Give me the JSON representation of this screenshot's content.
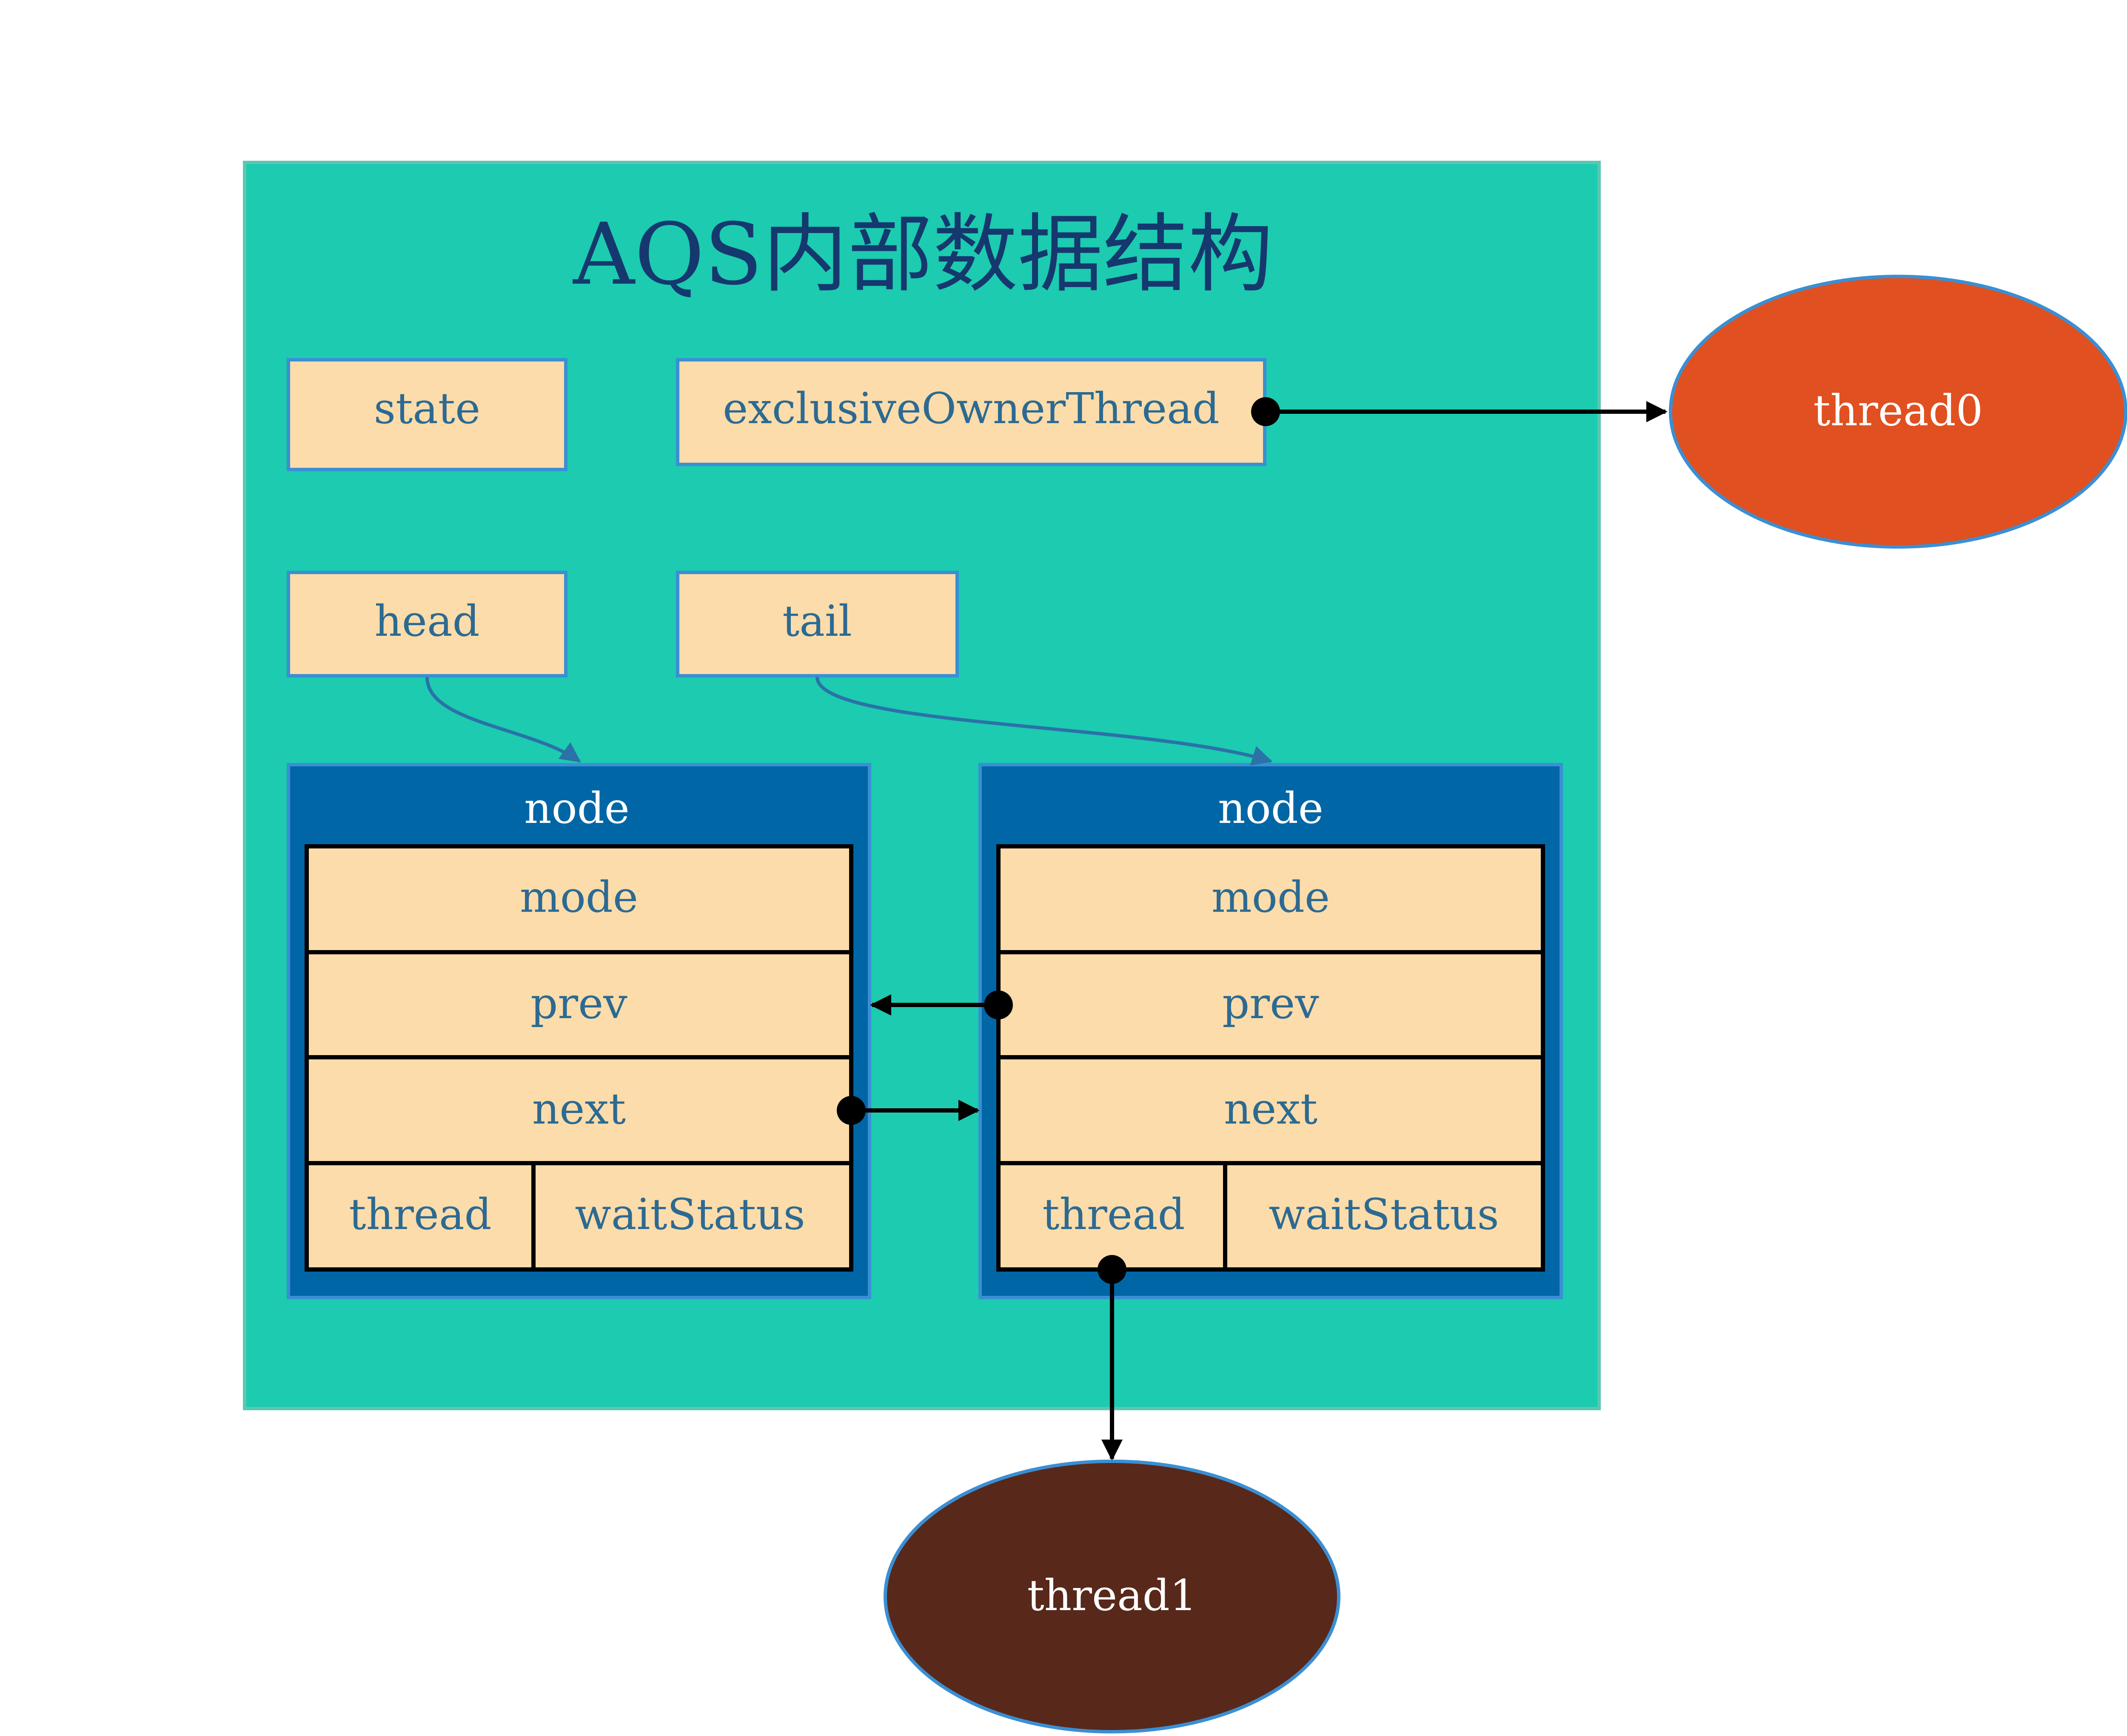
{
  "title": "AQS内部数据结构",
  "fields": {
    "state": "state",
    "exclusive_owner_thread": "exclusiveOwnerThread",
    "head": "head",
    "tail": "tail"
  },
  "nodes": [
    {
      "title": "node",
      "mode": "mode",
      "prev": "prev",
      "next": "next",
      "thread": "thread",
      "wait_status": "waitStatus"
    },
    {
      "title": "node",
      "mode": "mode",
      "prev": "prev",
      "next": "next",
      "thread": "thread",
      "wait_status": "waitStatus"
    }
  ],
  "threads": {
    "thread0": "thread0",
    "thread1": "thread1"
  },
  "colors": {
    "container": "#1ccbb0",
    "field_box": "#fcdcaa",
    "field_text": "#2c6a92",
    "title_text": "#15386e",
    "node_bg": "#0166a6",
    "thread0": "#e05020",
    "thread1": "#58281a",
    "border_blue": "#3a8fd4"
  }
}
